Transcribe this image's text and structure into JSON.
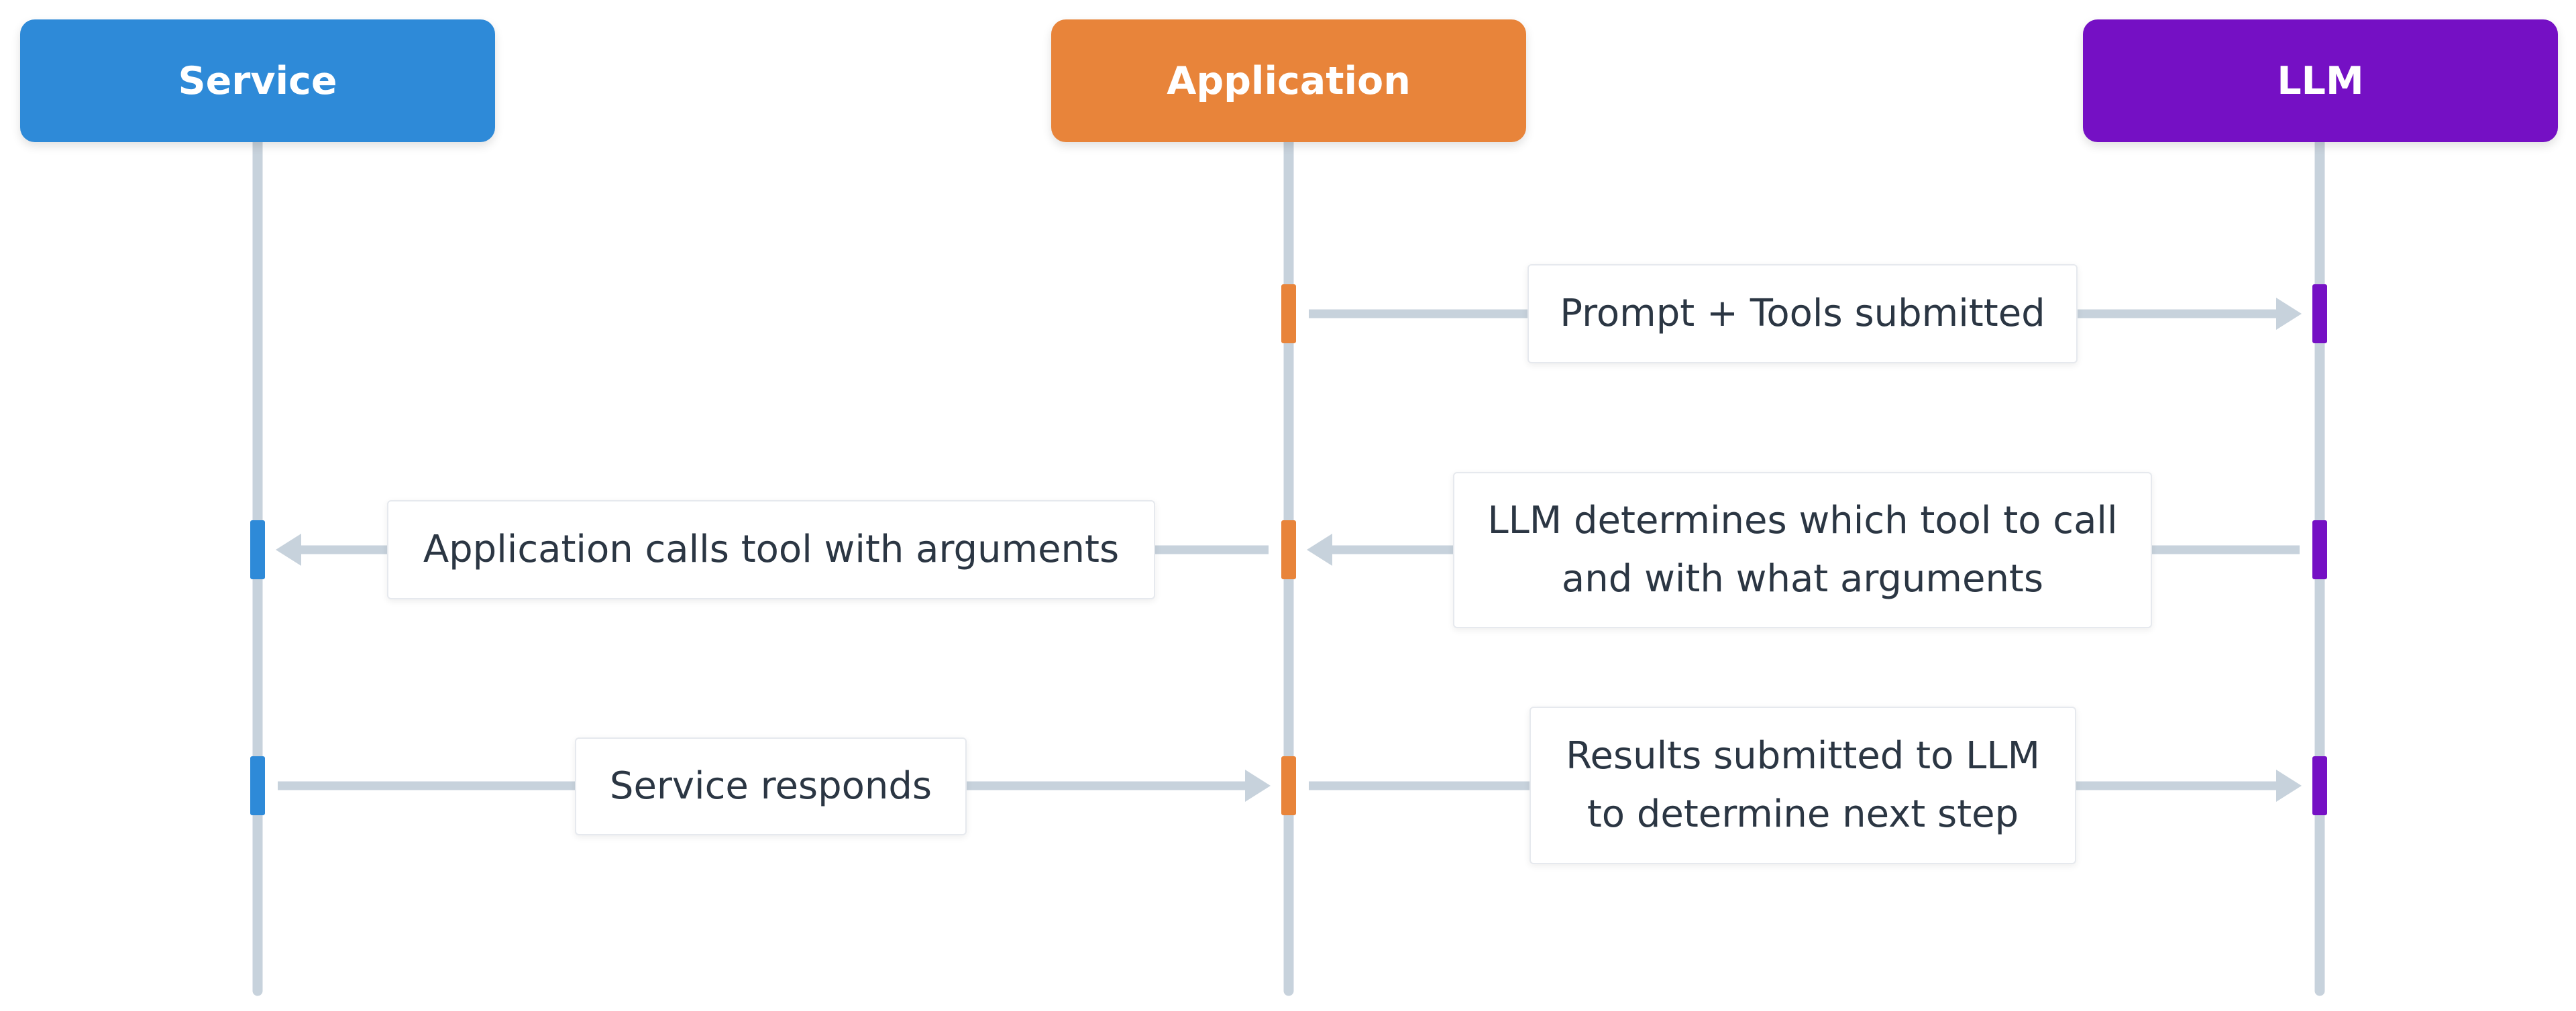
{
  "actors": [
    {
      "id": "service",
      "label": "Service",
      "color": "#2e8ad8"
    },
    {
      "id": "application",
      "label": "Application",
      "color": "#e8843a"
    },
    {
      "id": "llm",
      "label": "LLM",
      "color": "#7510c4"
    }
  ],
  "lifeline_color": "#c7d2dc",
  "messages": [
    {
      "from": "application",
      "to": "llm",
      "lines": [
        "Prompt + Tools submitted"
      ]
    },
    {
      "from": "llm",
      "to": "application",
      "lines": [
        "LLM determines which tool to call",
        "and with what arguments"
      ]
    },
    {
      "from": "application",
      "to": "service",
      "lines": [
        "Application calls tool with arguments"
      ]
    },
    {
      "from": "service",
      "to": "application",
      "lines": [
        "Service responds"
      ]
    },
    {
      "from": "application",
      "to": "llm",
      "lines": [
        "Results submitted to LLM",
        "to determine next step"
      ]
    }
  ]
}
